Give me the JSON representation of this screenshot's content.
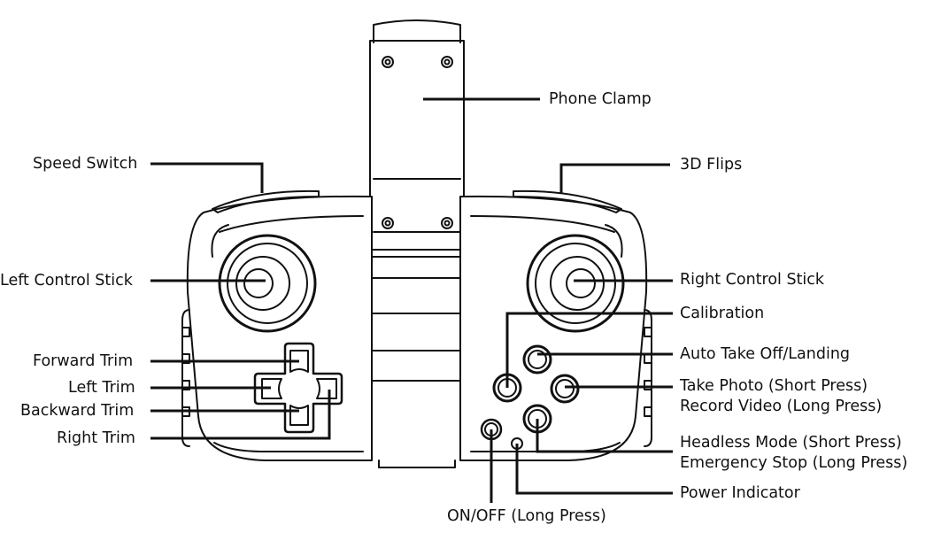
{
  "diagram": {
    "colors": {
      "ink": "#111111",
      "body_fill": "#ffffff",
      "paper": "#ffffff"
    },
    "labels": {
      "phone_clamp": "Phone Clamp",
      "speed_switch": "Speed Switch",
      "flips_3d": "3D Flips",
      "left_stick": "Left Control Stick",
      "right_stick": "Right Control Stick",
      "calibration": "Calibration",
      "auto_takeoff": "Auto Take Off/Landing",
      "forward_trim": "Forward Trim",
      "left_trim": "Left Trim",
      "backward_trim": "Backward Trim",
      "right_trim": "Right Trim",
      "take_photo": "Take Photo (Short Press)",
      "record_video": "Record Video (Long Press)",
      "headless_mode": "Headless Mode (Short Press)",
      "emergency_stop": "Emergency Stop (Long Press)",
      "power_indicator": "Power Indicator",
      "on_off": "ON/OFF (Long Press)"
    }
  }
}
